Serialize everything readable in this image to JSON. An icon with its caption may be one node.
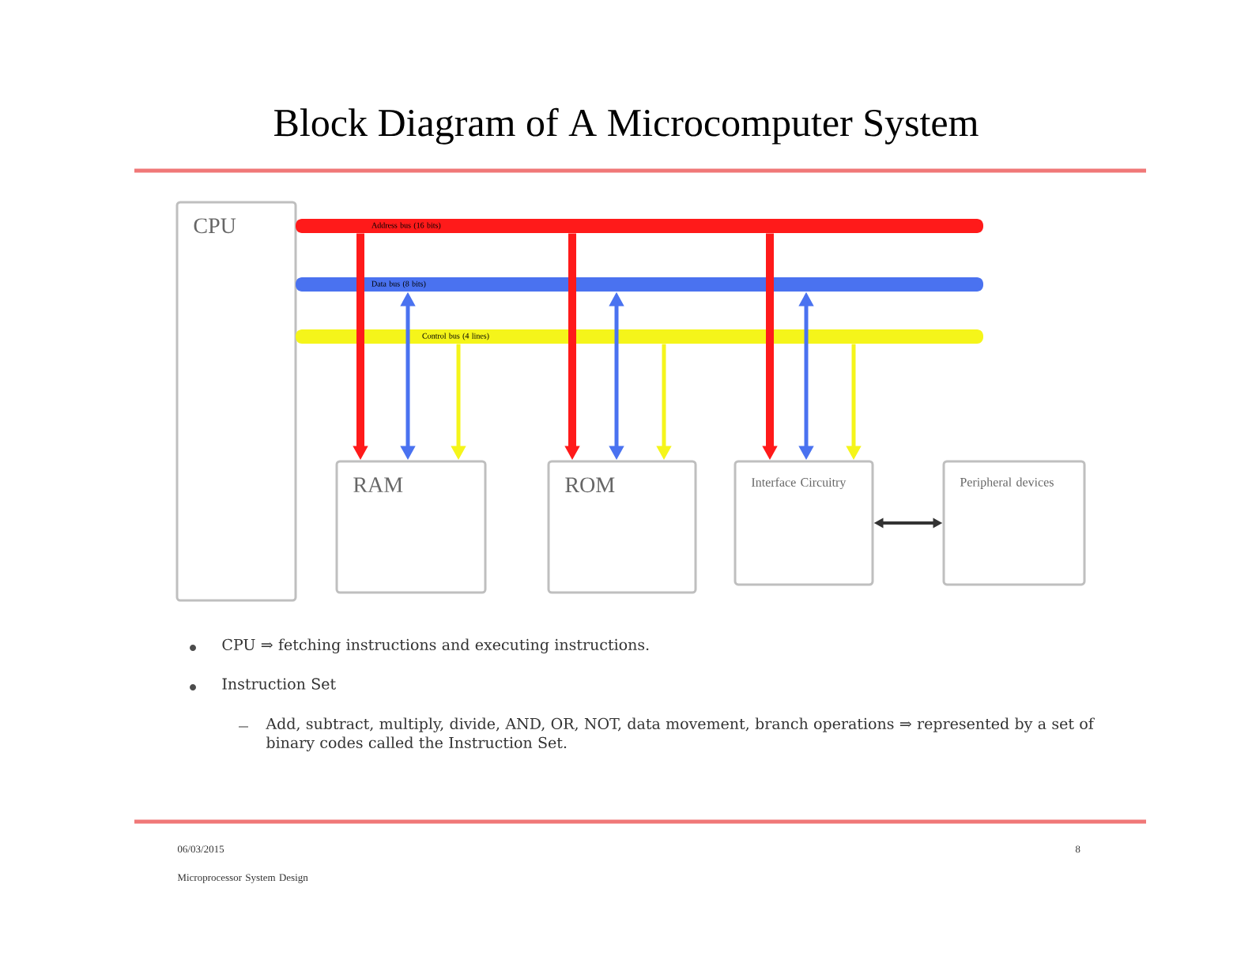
{
  "diagram": {
    "title": "Block Diagram of A Microcomputer System",
    "nodes": [
      {
        "text": [
          "CPU"
        ]
      },
      {
        "text": [
          "RAM"
        ]
      },
      {
        "text": [
          "ROM"
        ]
      },
      {
        "text": [
          "Interface Circuitry"
        ]
      },
      {
        "text": [
          "Peripheral devices"
        ]
      },
      {
        "text": [
          "Address bus (16 bits)"
        ]
      },
      {
        "text": [
          "Data bus (8 bits)"
        ]
      },
      {
        "text": [
          "Control bus (4 lines)"
        ]
      }
    ],
    "edges": [
      {
        "from": 5,
        "to": 1,
        "arrow": "to",
        "style": "thick",
        "color": "#ff1a1a"
      },
      {
        "from": 6,
        "to": 1,
        "arrow": "both",
        "color": "#4a72f0"
      },
      {
        "from": 7,
        "to": 1,
        "arrow": "to",
        "color": "#f5f51a"
      },
      {
        "from": 5,
        "to": 2,
        "arrow": "to",
        "style": "thick",
        "color": "#ff1a1a"
      },
      {
        "from": 6,
        "to": 2,
        "arrow": "both",
        "color": "#4a72f0"
      },
      {
        "from": 7,
        "to": 2,
        "arrow": "to",
        "color": "#f5f51a"
      },
      {
        "from": 5,
        "to": 3,
        "arrow": "to",
        "style": "thick",
        "color": "#ff1a1a"
      },
      {
        "from": 6,
        "to": 3,
        "arrow": "both",
        "color": "#4a72f0"
      },
      {
        "from": 7,
        "to": 3,
        "arrow": "to",
        "color": "#f5f51a"
      },
      {
        "from": 3,
        "to": 4,
        "arrow": "both",
        "color": "#333333"
      }
    ],
    "labels": [
      "CPU ⇒ fetching instructions and executing instructions.",
      "Instruction Set",
      "Add, subtract, multiply, divide, AND, OR, NOT, data movement, branch operations ⇒ represented by a set of binary codes called the Instruction Set.",
      "06/03/2015",
      "Microprocessor System Design",
      "8"
    ]
  }
}
